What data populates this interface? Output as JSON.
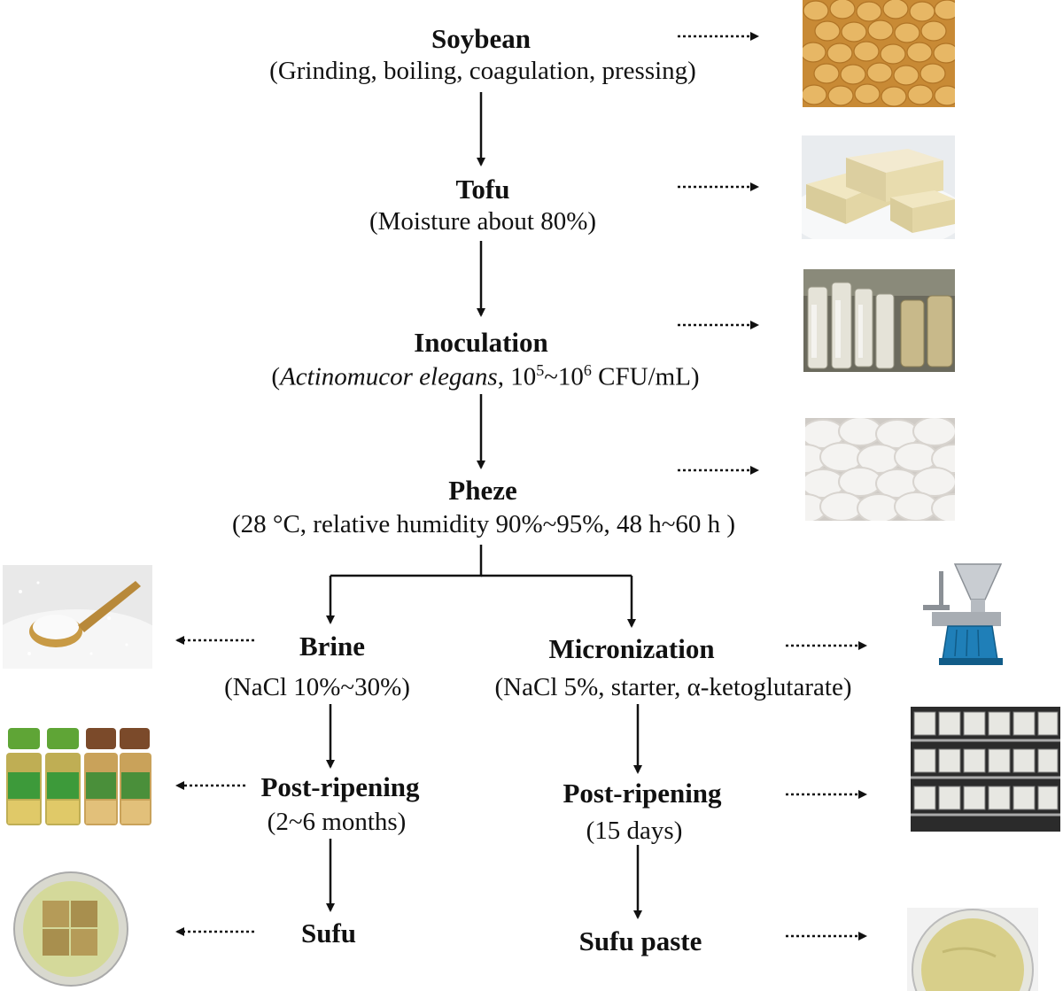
{
  "flow": {
    "soybean": {
      "title": "Soybean",
      "detail": "(Grinding, boiling, coagulation, pressing)"
    },
    "tofu": {
      "title": "Tofu",
      "detail": "(Moisture about 80%)"
    },
    "inoculation": {
      "title": "Inoculation",
      "detail_open": "(",
      "detail_italic": "Actinomucor elegans",
      "detail_mid": ", 10",
      "exp1": "5",
      "detail_tilde": "~10",
      "exp2": "6",
      "detail_end": " CFU/mL)"
    },
    "pheze": {
      "title": "Pheze",
      "detail": "(28 °C, relative humidity 90%~95%, 48 h~60 h )"
    },
    "brine": {
      "title": "Brine",
      "detail": "(NaCl 10%~30%)"
    },
    "micronization": {
      "title": "Micronization",
      "detail": "(NaCl 5%, starter, α-ketoglutarate)"
    },
    "post_ripening_left": {
      "title": "Post-ripening",
      "detail": "(2~6 months)"
    },
    "post_ripening_right": {
      "title": "Post-ripening",
      "detail": "(15 days)"
    },
    "sufu": {
      "title": "Sufu"
    },
    "sufu_paste": {
      "title": "Sufu paste"
    }
  },
  "photos": [
    "soybeans",
    "tofu-blocks",
    "inoculation-jars",
    "pheze-mold",
    "salt-spoon",
    "micronization-mill",
    "sufu-jars",
    "ripening-shelves",
    "sufu-dish",
    "sufu-paste-dish"
  ],
  "colors": {
    "arrow": "#111111",
    "soy": "#d9a24a",
    "tofu": "#e6dcb4",
    "salt": "#f2f2f2",
    "paste": "#d8cf8a"
  }
}
